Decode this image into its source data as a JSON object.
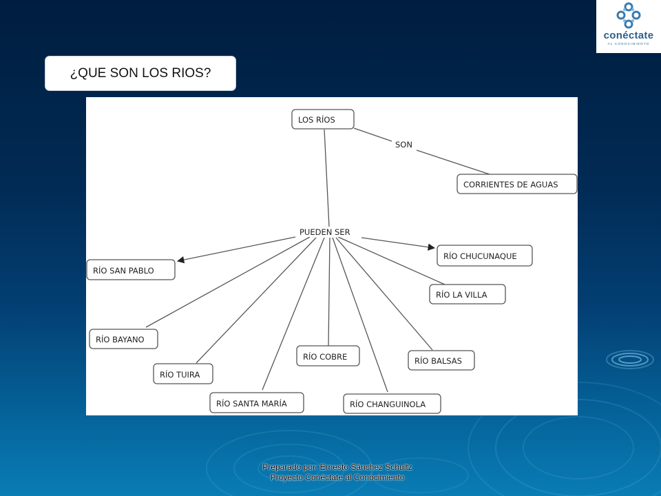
{
  "slide": {
    "title": "¿QUE SON LOS RIOS?",
    "footer": {
      "line1": "Preparado por: Ernesto Sánchez Schultz",
      "line2": "Proyecto Conéctate  al Conocimiento"
    }
  },
  "logo": {
    "word": "conéctate",
    "tagline": "AL CONOCIMIENTO",
    "icon": "linked-circles-icon"
  },
  "concept_map": {
    "nodes": {
      "los_rios": "LOS  RÍOS",
      "corrientes": "CORRIENTES  DE  AGUAS",
      "san_pablo": "RÍO  SAN   PABLO",
      "chucunaque": "RÍO  CHUCUNAQUE",
      "la_villa": "RÍO   LA  VILLA",
      "bayano": "RÍO  BAYANO",
      "cobre": "RÍO  COBRE",
      "balsas": "RÍO  BALSAS",
      "tuira": "RÍO  TUIRA",
      "santa_maria": "RÍO  SANTA  MARÍA",
      "changuinola": "RÍO  CHANGUINOLA"
    },
    "links": {
      "son": "SON",
      "pueden_ser": "PUEDEN  SER"
    }
  },
  "colors": {
    "background_top": "#001d3f",
    "background_bottom": "#0a7cb5",
    "logo_blue": "#2a5f8a",
    "node_border": "#555555"
  }
}
